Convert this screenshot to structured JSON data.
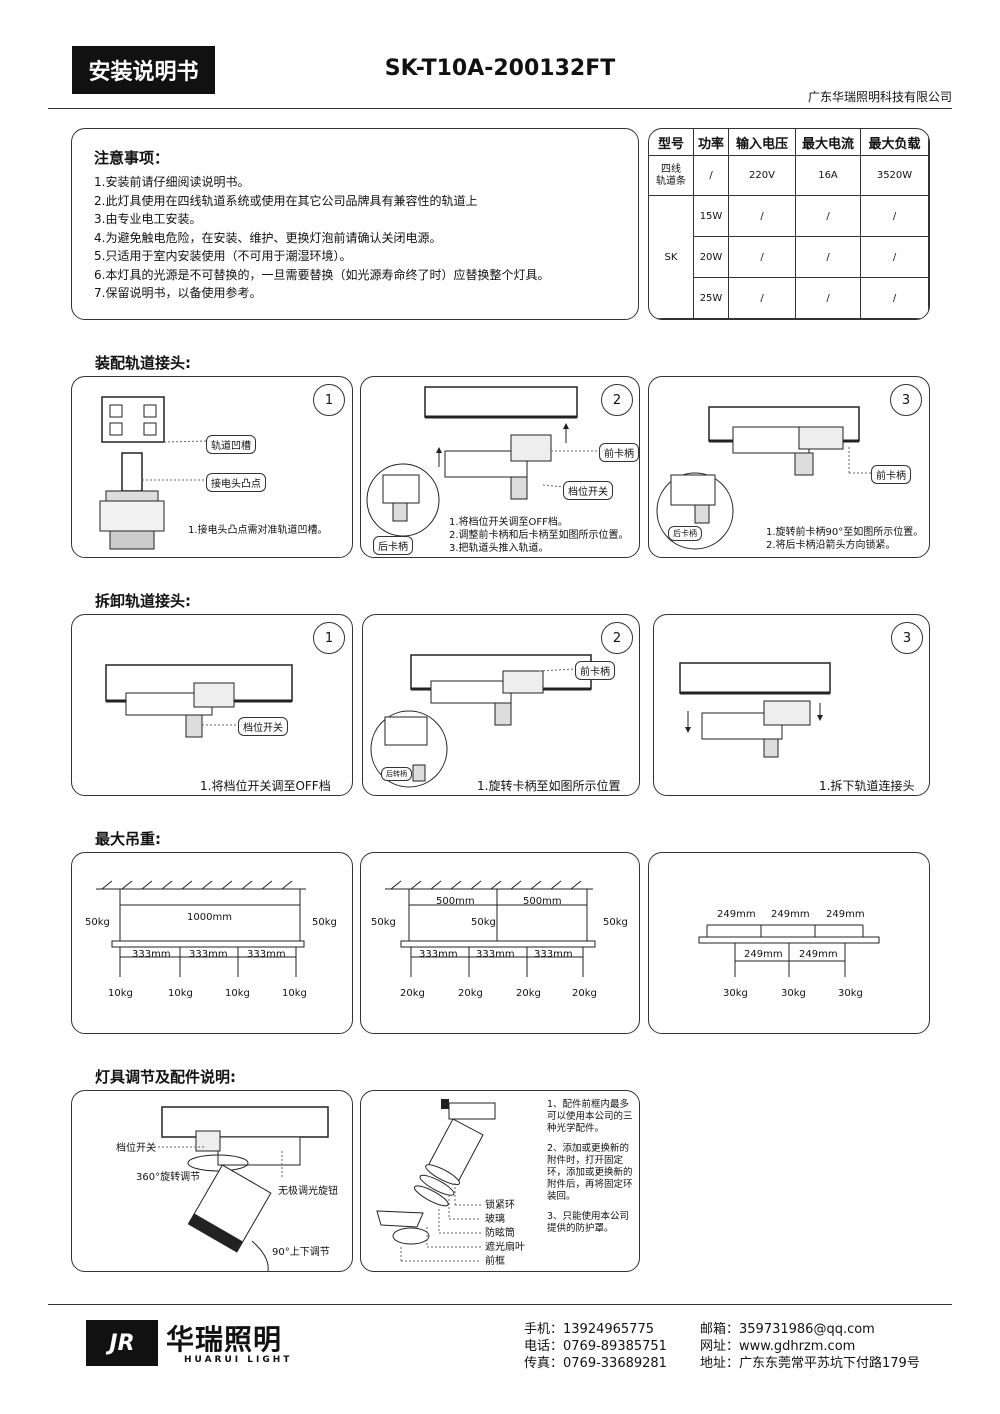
{
  "header": {
    "manual_title": "安装说明书",
    "model": "SK-T10A-200132FT",
    "company": "广东华瑞照明科技有限公司"
  },
  "notes": {
    "title": "注意事项：",
    "items": [
      "1.安装前请仔细阅读说明书。",
      "2.此灯具使用在四线轨道系统或使用在其它公司品牌具有兼容性的轨道上",
      "3.由专业电工安装。",
      "4.为避免触电危险，在安装、维护、更换灯泡前请确认关闭电源。",
      "5.只适用于室内安装使用（不可用于潮湿环境）。",
      "6.本灯具的光源是不可替换的，一旦需要替换（如光源寿命终了时）应替换整个灯具。",
      "7.保留说明书，以备使用参考。"
    ]
  },
  "spec_table": {
    "headers": [
      "型号",
      "功率",
      "输入电压",
      "最大电流",
      "最大负载"
    ],
    "track_row": {
      "model": "四线\n轨道条",
      "power": "/",
      "voltage": "220V",
      "current": "16A",
      "load": "3520W"
    },
    "sk_model": "SK",
    "sk_rows": [
      {
        "power": "15W",
        "voltage": "/",
        "current": "/",
        "load": "/"
      },
      {
        "power": "20W",
        "voltage": "/",
        "current": "/",
        "load": "/"
      },
      {
        "power": "25W",
        "voltage": "/",
        "current": "/",
        "load": "/"
      }
    ]
  },
  "assembly": {
    "title": "装配轨道接头:",
    "steps": [
      {
        "num": "1",
        "labels": [
          "轨道凹槽",
          "接电头凸点"
        ],
        "caption": [
          "1.接电头凸点需对准轨道凹槽。"
        ]
      },
      {
        "num": "2",
        "labels": [
          "前卡柄",
          "档位开关",
          "后卡柄"
        ],
        "caption": [
          "1.将档位开关调至OFF档。",
          "2.调整前卡柄和后卡柄至如图所示位置。",
          "3.把轨道头推入轨道。"
        ]
      },
      {
        "num": "3",
        "labels": [
          "前卡柄",
          "后卡柄"
        ],
        "caption": [
          "1.旋转前卡柄90°至如图所示位置。",
          "2.将后卡柄沿箭头方向锁紧。"
        ]
      }
    ]
  },
  "removal": {
    "title": "拆卸轨道接头:",
    "steps": [
      {
        "num": "1",
        "labels": [
          "档位开关"
        ],
        "caption": "1.将档位开关调至OFF档"
      },
      {
        "num": "2",
        "labels": [
          "前卡柄",
          "后转柄"
        ],
        "caption": "1.旋转卡柄至如图所示位置"
      },
      {
        "num": "3",
        "labels": [],
        "caption": "1.拆下轨道连接头"
      }
    ]
  },
  "max_load": {
    "title": "最大吊重:",
    "diagram1": {
      "span": "1000mm",
      "side_load": "50kg",
      "spacing": "333mm",
      "point_load": "10kg"
    },
    "diagram2": {
      "span": "500mm",
      "side_load": "50kg",
      "mid_load": "50kg",
      "spacing": "333mm",
      "point_load": "20kg"
    },
    "diagram3": {
      "spacing": "249mm",
      "point_load": "30kg"
    }
  },
  "adjust": {
    "title": "灯具调节及配件说明:",
    "left_labels": {
      "switch": "档位开关",
      "rotate": "360°旋转调节",
      "dimmer": "无极调光旋钮",
      "tilt": "90°上下调节"
    },
    "parts": [
      "锁紧环",
      "玻璃",
      "防眩筒",
      "遮光扇叶",
      "前框"
    ],
    "notes": [
      "1、配件前框内最多可以使用本公司的三种光学配件。",
      "2、添加或更换新的附件时，打开固定环，添加或更换新的附件后，再将固定环装回。",
      "3、只能使用本公司提供的防护罩。"
    ]
  },
  "footer": {
    "brand_cn": "华瑞照明",
    "brand_en": "HUARUI LIGHT",
    "logo_mark": "JR",
    "mobile": "手机：13924965775",
    "phone": "电话：0769-89385751",
    "fax": "传真：0769-33689281",
    "email": "邮箱：359731986@qq.com",
    "website": "网址：www.gdhrzm.com",
    "address": "地址：广东东莞常平苏坑下付路179号"
  }
}
